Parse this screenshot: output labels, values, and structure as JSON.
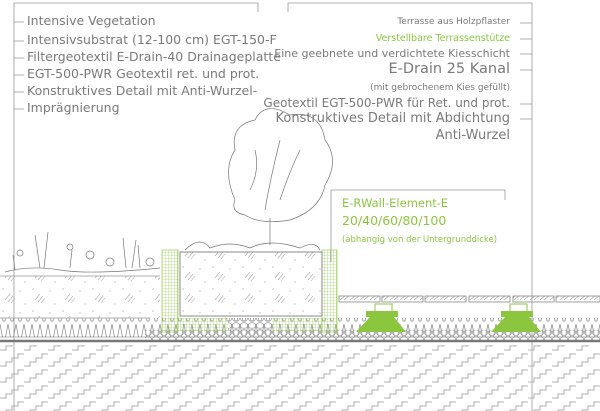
{
  "colors": {
    "accent_green": "#8cc63f",
    "line_gray": "#8a8a8a",
    "text_gray": "#7a7a7a"
  },
  "left_labels": [
    "Intensive Vegetation",
    "Intensivsubstrat (12-100 cm) EGT-150-F",
    "Filtergeotextil E-Drain-40 Drainageplatte",
    "EGT-500-PWR Geotextil ret. und prot.",
    "Konstruktives Detail mit Anti-Wurzel-",
    "Imprägnierung"
  ],
  "right_labels": [
    "Terrasse aus Holzpflaster",
    "Verstellbare Terrassenstütze",
    "Eine geebnete und verdichtete Kiesschicht",
    "E-Drain 25 Kanal",
    "(mit gebrochenem Kies gefüllt)",
    "Geotextil EGT-500-PWR für Ret. und prot.",
    "Konstruktives Detail mit Abdichtung",
    "Anti-Wurzel"
  ],
  "wall_element": {
    "name": "E-RWall-Element-E",
    "sizes": "20/40/60/80/100",
    "note": "(abhangig von der Untergrunddicke)"
  }
}
